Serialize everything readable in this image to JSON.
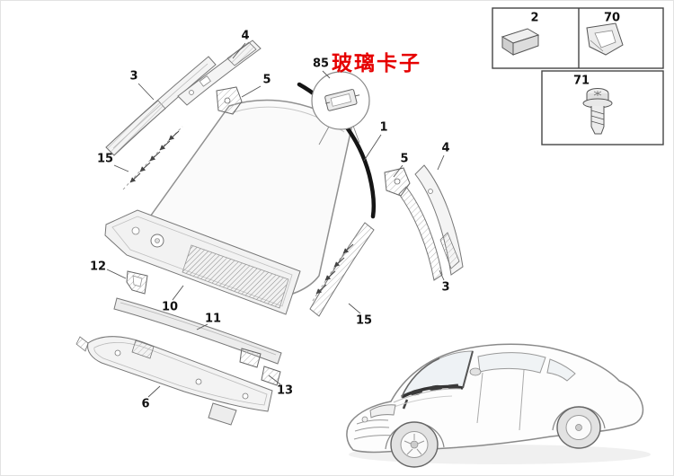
{
  "figure_type": "exploded-parts-diagram-windshield-cowl",
  "annotation": {
    "text": "玻璃卡子",
    "color": "#e60000"
  },
  "labels": {
    "part1": "1",
    "part2": "2",
    "part3_left": "3",
    "part3_right": "3",
    "part4_left": "4",
    "part4_right": "4",
    "part5_left": "5",
    "part5_right": "5",
    "part6": "6",
    "part10": "10",
    "part11": "11",
    "part12": "12",
    "part13": "13",
    "part15_left": "15",
    "part15_right": "15",
    "part70": "70",
    "part71": "71",
    "part85": "85"
  },
  "colors": {
    "line_art": "#777777",
    "thick_marker": "#151515",
    "annotation_red": "#e60000",
    "background": "#ffffff"
  }
}
